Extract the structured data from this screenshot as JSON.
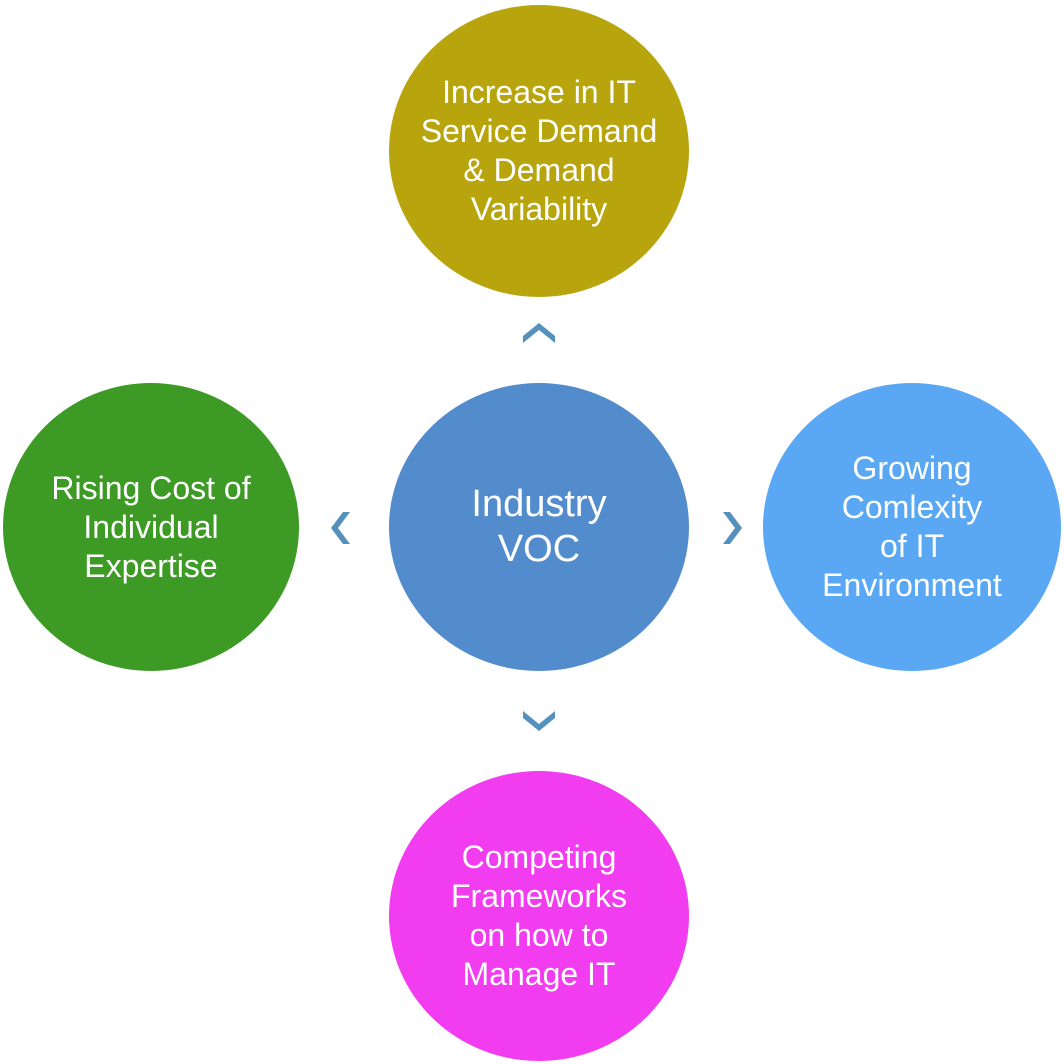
{
  "colors": {
    "top": "#b8a50d",
    "left": "#3d9b25",
    "center": "#538ccd",
    "right": "#5aa8f4",
    "bottom": "#f23cef",
    "arrow": "#5591bd"
  },
  "center": {
    "lines": [
      "Industry",
      "VOC"
    ]
  },
  "top": {
    "lines": [
      "Increase in IT",
      "Service Demand",
      "& Demand",
      "Variability"
    ]
  },
  "left": {
    "lines": [
      "Rising Cost of",
      "Individual",
      "Expertise"
    ]
  },
  "right": {
    "lines": [
      "Growing",
      "Comlexity",
      "of IT",
      "Environment"
    ]
  },
  "bottom": {
    "lines": [
      "Competing",
      "Frameworks",
      "on how to",
      "Manage IT"
    ]
  },
  "arrows": {
    "up": "chevron-up-icon",
    "down": "chevron-down-icon",
    "left": "chevron-left-icon",
    "right": "chevron-right-icon"
  }
}
